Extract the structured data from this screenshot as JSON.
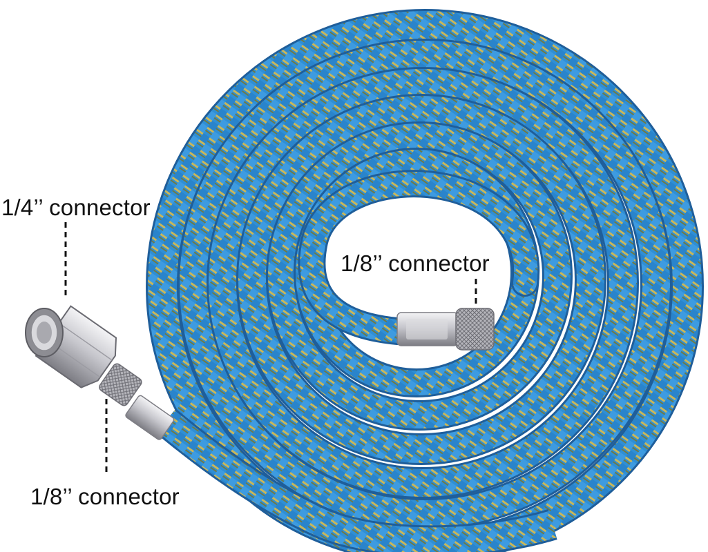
{
  "labels": {
    "quarter_inch_connector": "1/4’’ connector",
    "eighth_inch_connector_inner": "1/8’’ connector",
    "eighth_inch_connector_bottom": "1/8’’ connector"
  },
  "colors": {
    "hose_blue": "#2f8fd6",
    "hose_blue_light": "#5fb6ee",
    "hose_dark": "#1f5e9a",
    "braid_yellow": "#c9b75a",
    "braid_olive": "#6f7a45",
    "metal_light": "#e8e8ea",
    "metal_mid": "#b9b9bf",
    "metal_dark": "#7d7d84",
    "leader_line": "#111111",
    "text": "#111111",
    "background": "#ffffff"
  }
}
